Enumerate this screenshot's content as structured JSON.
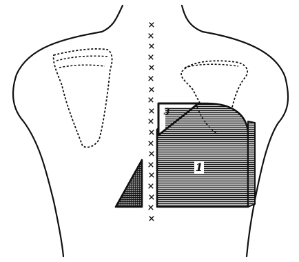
{
  "figure": {
    "colors": {
      "ink": "#111111",
      "paper": "#ffffff"
    },
    "spine_marker": "×",
    "spine_marker_count": 19,
    "zone_labels": {
      "zone_1": "1",
      "zone_3": "3"
    }
  }
}
